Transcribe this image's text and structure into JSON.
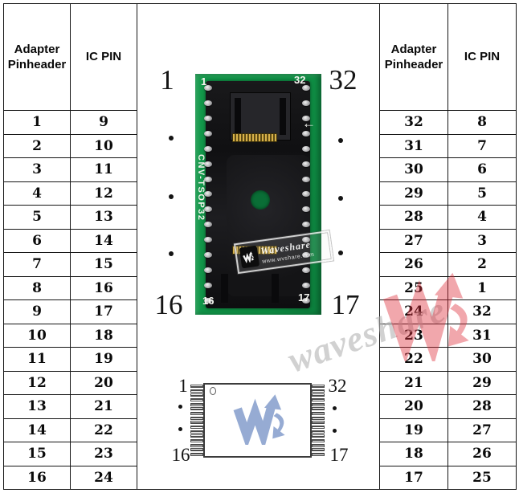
{
  "left_table": {
    "headers": [
      "Adapter Pinheader",
      "IC PIN"
    ],
    "rows": [
      [
        "1",
        "9"
      ],
      [
        "2",
        "10"
      ],
      [
        "3",
        "11"
      ],
      [
        "4",
        "12"
      ],
      [
        "5",
        "13"
      ],
      [
        "6",
        "14"
      ],
      [
        "7",
        "15"
      ],
      [
        "8",
        "16"
      ],
      [
        "9",
        "17"
      ],
      [
        "10",
        "18"
      ],
      [
        "11",
        "19"
      ],
      [
        "12",
        "20"
      ],
      [
        "13",
        "21"
      ],
      [
        "14",
        "22"
      ],
      [
        "15",
        "23"
      ],
      [
        "16",
        "24"
      ]
    ]
  },
  "right_table": {
    "headers": [
      "Adapter Pinheader",
      "IC PIN"
    ],
    "rows": [
      [
        "32",
        "8"
      ],
      [
        "31",
        "7"
      ],
      [
        "30",
        "6"
      ],
      [
        "29",
        "5"
      ],
      [
        "28",
        "4"
      ],
      [
        "27",
        "3"
      ],
      [
        "26",
        "2"
      ],
      [
        "25",
        "1"
      ],
      [
        "24",
        "32"
      ],
      [
        "23",
        "31"
      ],
      [
        "22",
        "30"
      ],
      [
        "21",
        "29"
      ],
      [
        "20",
        "28"
      ],
      [
        "19",
        "27"
      ],
      [
        "18",
        "26"
      ],
      [
        "17",
        "25"
      ]
    ]
  },
  "figure": {
    "pcb": {
      "outer_corner_labels": {
        "top_left": "1",
        "top_right": "32",
        "bottom_left": "16",
        "bottom_right": "17"
      },
      "board_corner_labels": {
        "top_left": "1",
        "top_right": "32",
        "bottom_left": "16",
        "bottom_right": "17"
      },
      "silkscreen_label": "CNV-TSOP32",
      "orientation_arrow": "←",
      "stamp": {
        "brand": "Waveshare",
        "url": "www.wvshare.com"
      }
    },
    "chip": {
      "corner_labels": {
        "top_left": "1",
        "top_right": "32",
        "bottom_left": "16",
        "bottom_right": "17"
      }
    }
  },
  "watermark": {
    "text": "waveshare"
  },
  "colors": {
    "pcb_green": "#12994a",
    "socket_black": "#161618",
    "gold": "#d7b14a",
    "logo_blue": "#7c97c9",
    "watermark_red": "#e02f3c"
  }
}
